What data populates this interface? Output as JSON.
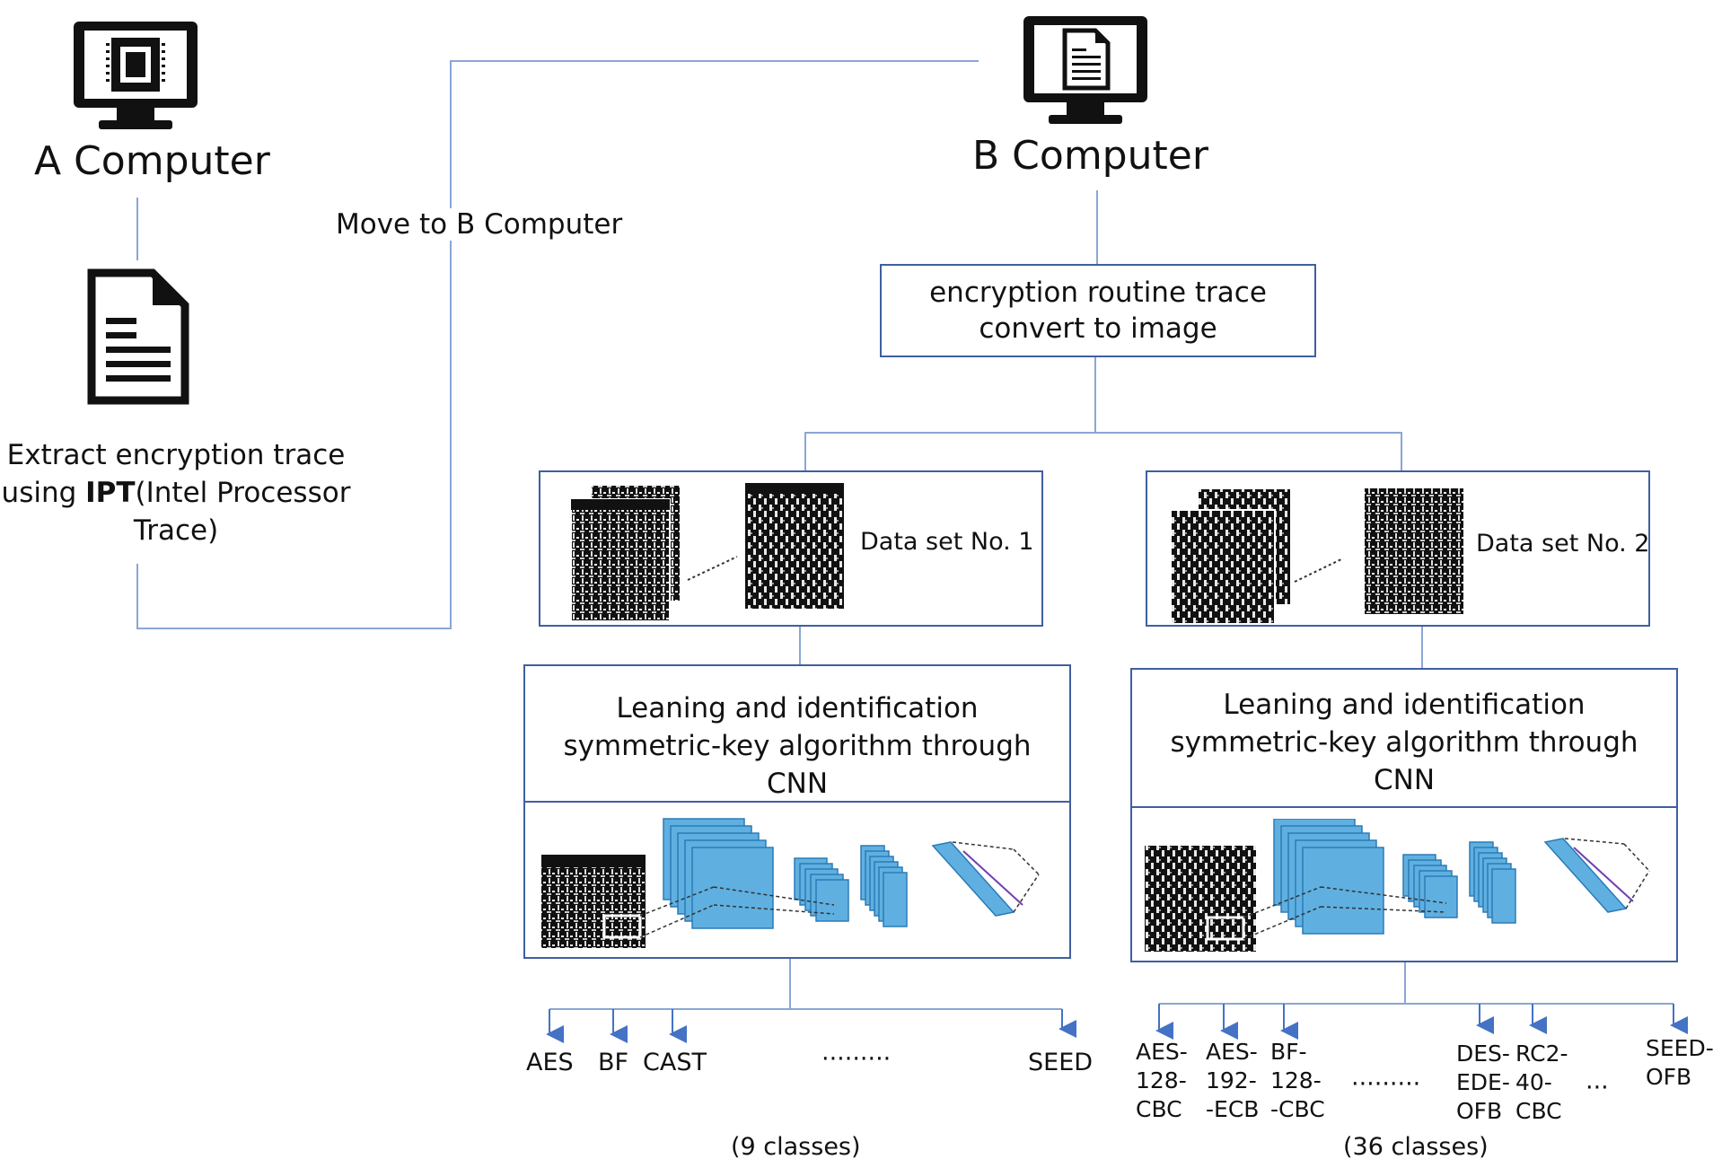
{
  "computer_a": {
    "label": "A Computer",
    "monitor_icon": "cpu-monitor-icon",
    "doc_icon": "document-icon"
  },
  "computer_b": {
    "label": "B Computer",
    "monitor_icon": "document-monitor-icon"
  },
  "extract": {
    "line1": "Extract encryption trace",
    "line2_prefix": "using ",
    "line2_bold": "IPT",
    "line2_suffix": "(Intel Processor",
    "line3": "Trace)"
  },
  "move_label": "Move to B Computer",
  "convert_box": {
    "line1": "encryption routine trace",
    "line2": "convert to image"
  },
  "dataset1": {
    "label": "Data set No. 1"
  },
  "dataset2": {
    "label": "Data set No. 2"
  },
  "cnn_box": {
    "line1": "Leaning and identification",
    "line2": "symmetric-key algorithm through",
    "line3": "CNN"
  },
  "classes1": {
    "items": [
      "AES",
      "BF",
      "CAST",
      "SEED"
    ],
    "ellipsis": "·········",
    "count": "(9 classes)"
  },
  "classes2": {
    "items": [
      {
        "l1": "AES-",
        "l2": "128-",
        "l3": "CBC"
      },
      {
        "l1": "AES-",
        "l2": "192-",
        "l3": "-ECB"
      },
      {
        "l1": "BF-",
        "l2": "128-",
        "l3": "-CBC"
      },
      {
        "l1": "DES-",
        "l2": "EDE-",
        "l3": "OFB"
      },
      {
        "l1": "RC2-",
        "l2": "40-",
        "l3": "CBC"
      },
      {
        "l1": "SEED-",
        "l2": "OFB",
        "l3": ""
      }
    ],
    "ellipsis1": "·········",
    "ellipsis2": "···",
    "count": "(36 classes)"
  },
  "colors": {
    "line": "#8aa6d6",
    "box_border": "#3f5f9f",
    "arrow": "#4472c4",
    "cnn_fill": "#5fb0e0",
    "cnn_stroke": "#2b7ab8"
  }
}
